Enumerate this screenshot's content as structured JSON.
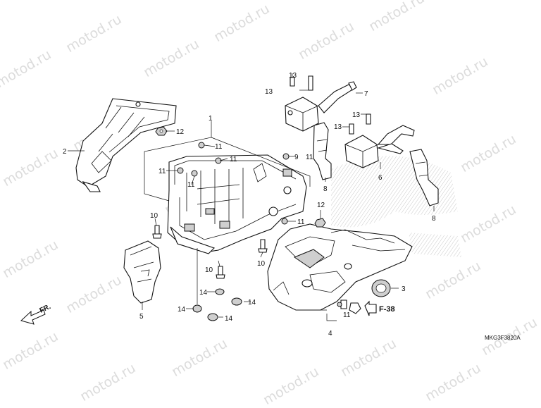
{
  "watermark_text": "motod.ru",
  "diagram_code": "MKG3F3820A",
  "direction_label": "FR.",
  "reference_label": "F-38",
  "callouts": {
    "c1": "1",
    "c2": "2",
    "c3": "3",
    "c4": "4",
    "c5": "5",
    "c6": "6",
    "c7": "7",
    "c8a": "8",
    "c8b": "8",
    "c9": "9",
    "c10a": "10",
    "c10b": "10",
    "c10c": "10",
    "c11a": "11",
    "c11b": "11",
    "c11c": "11",
    "c11d": "11",
    "c11e": "11",
    "c11f": "11",
    "c11g": "11",
    "c12a": "12",
    "c12b": "12",
    "c13a": "13",
    "c13b": "13",
    "c13c": "13",
    "c13d": "13",
    "c14a": "14",
    "c14b": "14",
    "c14c": "14",
    "c14d": "14"
  }
}
